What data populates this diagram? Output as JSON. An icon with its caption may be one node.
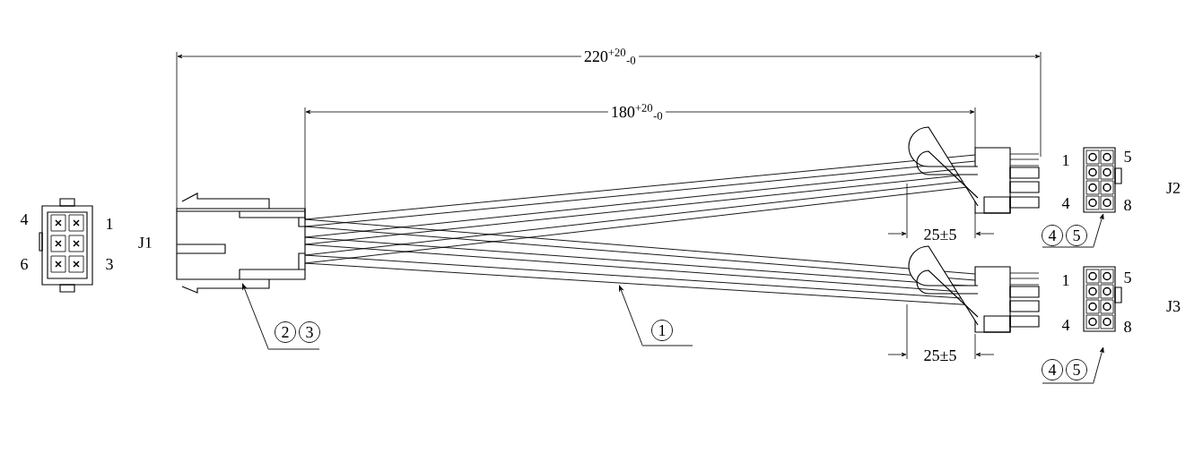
{
  "diagram": {
    "nodes": [
      {
        "text": [
          "2",
          "3"
        ]
      },
      {
        "text": [
          "1"
        ]
      },
      {
        "text": [
          "4",
          "5"
        ]
      },
      {
        "text": [
          "4",
          "5"
        ]
      }
    ],
    "edges": [
      {
        "from": 0,
        "to": null,
        "arrow": "to"
      },
      {
        "from": 1,
        "to": null,
        "arrow": "to"
      },
      {
        "from": 2,
        "to": null,
        "arrow": "to"
      },
      {
        "from": 3,
        "to": null,
        "arrow": "to"
      }
    ],
    "labels": [
      "220$^{+20}$$_{-0}$",
      "180$^{+20}$$_{-0}$",
      "4",
      "1",
      "J1",
      "6",
      "3",
      "1",
      "5",
      "J2",
      "4",
      "8",
      "25±5",
      "1",
      "5",
      "J3",
      "4",
      "8",
      "25±5"
    ]
  }
}
